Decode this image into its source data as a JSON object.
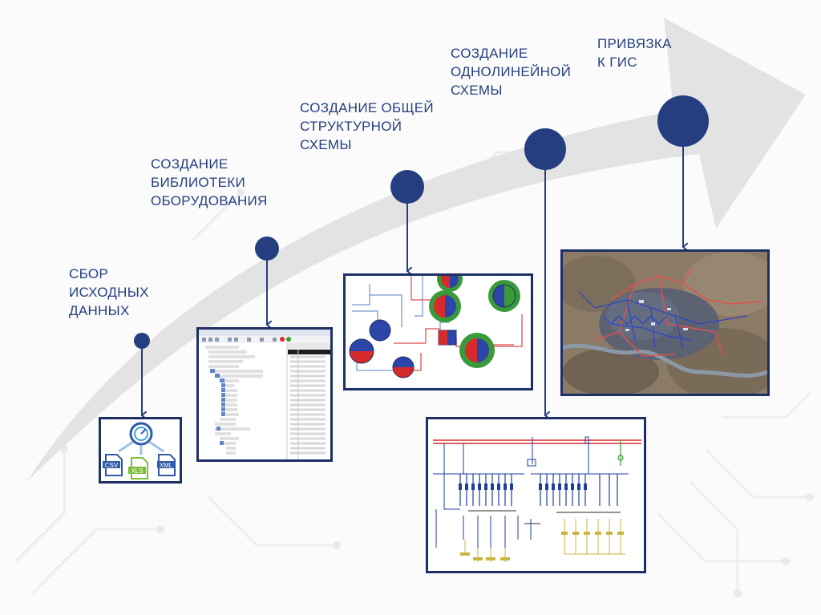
{
  "steps": [
    {
      "id": "step-1",
      "lines": [
        "Сбор",
        "исходных",
        "данных"
      ]
    },
    {
      "id": "step-2",
      "lines": [
        "Создание",
        "библиотеки",
        "оборудования"
      ]
    },
    {
      "id": "step-3",
      "lines": [
        "Создание общей",
        "структурной",
        "схемы"
      ]
    },
    {
      "id": "step-4",
      "lines": [
        "Создание",
        "однолинейной",
        "схемы"
      ]
    },
    {
      "id": "step-5",
      "lines": [
        "Привязка",
        "к ГИС"
      ]
    }
  ],
  "source_formats": {
    "csv": "CSV",
    "xls": "XLS",
    "xml": "XML"
  },
  "colors": {
    "navy": "#243e80",
    "panel_border": "#1e2f66",
    "arrow": "#e4e4e4",
    "red": "#d62b2b",
    "blue": "#2b45a8",
    "green": "#3a9a3a"
  }
}
